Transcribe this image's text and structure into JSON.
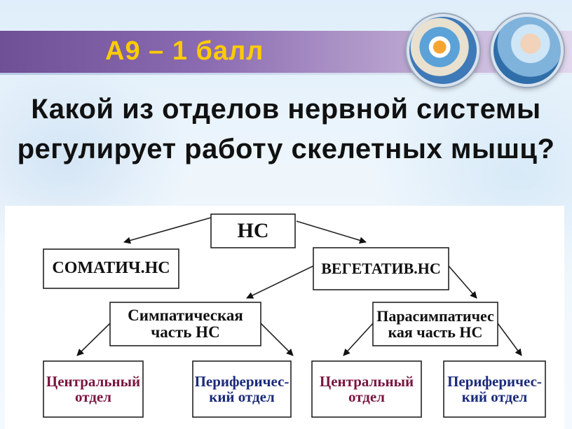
{
  "slide": {
    "title": "А9 – 1 балл",
    "question": "Какой из отделов нервной системы регулирует работу скелетных мышц?"
  },
  "decor": [
    {
      "name": "pills-photo-icon"
    },
    {
      "name": "doctor-photo-icon"
    }
  ],
  "diagram": {
    "root": "НС",
    "somatic": "СОМАТИЧ.НС",
    "vegetative": "ВЕГЕТАТИВ.НС",
    "sympathetic": "Симпатическая часть НС",
    "parasympathetic": "Парасимпатичес кая часть НС",
    "leaves": {
      "symp_central": "Центральный отдел",
      "symp_peripheral": "Периферичес- кий отдел",
      "para_central": "Центральный отдел",
      "para_peripheral": "Периферичес- кий отдел"
    }
  },
  "colors": {
    "band": "#7a5aa0",
    "title": "#ffcc00",
    "central_text": "#7a1540",
    "peripheral_text": "#1a2a7a"
  }
}
